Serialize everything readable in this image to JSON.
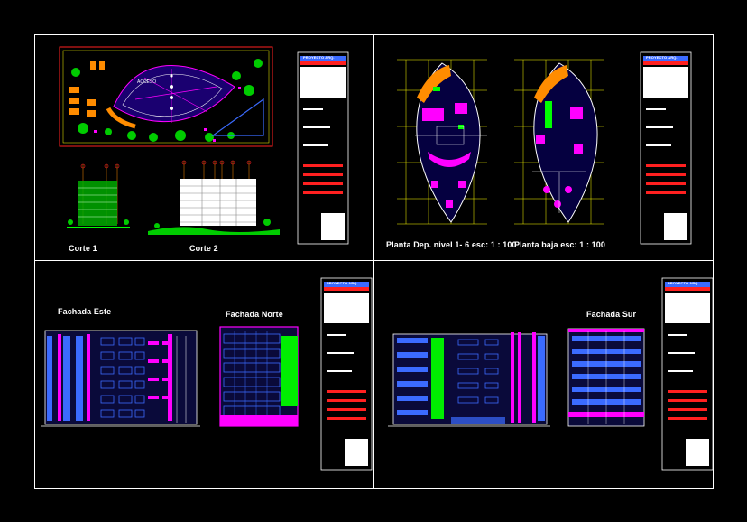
{
  "colors": {
    "background": "#000000",
    "frame": "#ffffff",
    "magenta": "#ff00ff",
    "green": "#00ff00",
    "blue": "#3b6bff",
    "cyan": "#00ffff",
    "yellow": "#ffff00",
    "red": "#ff2020",
    "orange": "#ff8c00"
  },
  "sheets": {
    "sheet1": {
      "corte1_label": "Corte 1",
      "corte2_label": "Corte 2",
      "plaza_label": "ACCESO"
    },
    "sheet2": {
      "planta_dep_label": "Planta Dep. nivel 1- 6 esc: 1 : 100",
      "planta_baja_label": "Planta baja esc: 1 : 100"
    },
    "sheet3": {
      "fachada_este_label": "Fachada Este",
      "fachada_norte_label": "Fachada Norte"
    },
    "sheet4": {
      "fachada_sur_label": "Fachada Sur"
    }
  },
  "title_block": {
    "project_label": "PROYECTO ARQ."
  }
}
